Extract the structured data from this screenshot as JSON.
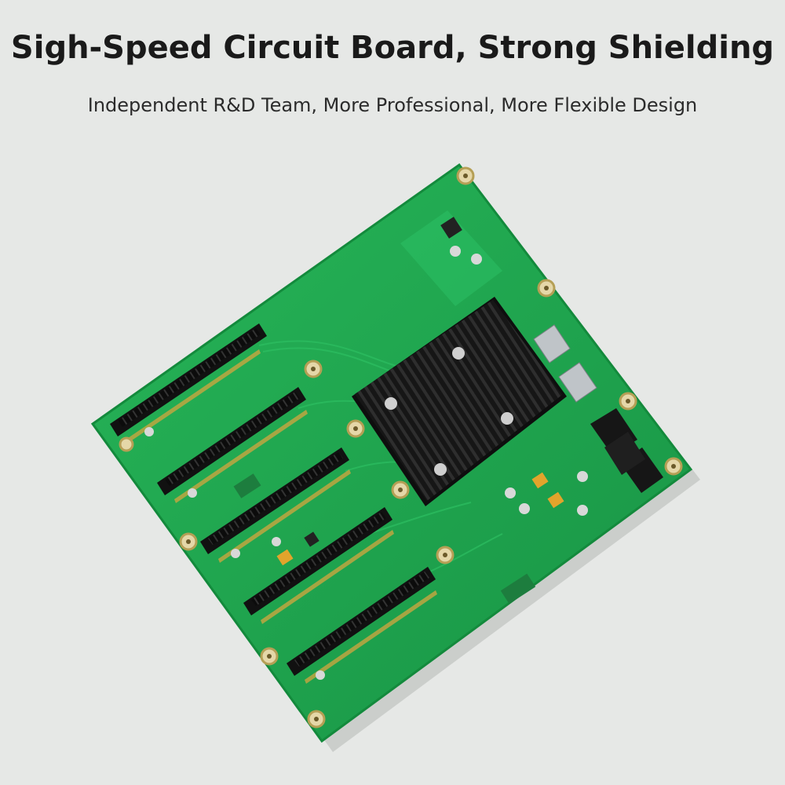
{
  "header": {
    "title": "Sigh-Speed Circuit Board, Strong Shielding",
    "subtitle": "Independent R&D Team, More Professional, More Flexible Design"
  },
  "colors": {
    "background": "#e6e8e6",
    "pcb": "#1fa84f",
    "pcb_dark": "#15893e",
    "heatsink": "#1b1b1b",
    "slot": "#111111"
  },
  "image": {
    "subject": "pcb-backplane-board",
    "icons": [
      "pcie-slot",
      "heatsink",
      "mounting-hole",
      "power-connector"
    ]
  }
}
